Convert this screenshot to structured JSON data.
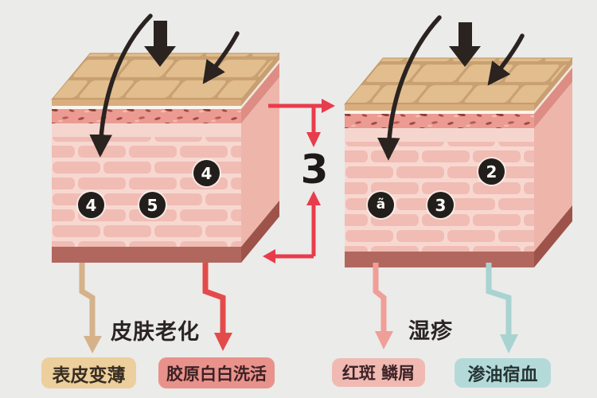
{
  "diagram": {
    "description": "skin cross-section comparison illustration",
    "connector": {
      "label": "3",
      "color": "#e83c4c"
    },
    "left_block": {
      "title": "皮肤老化",
      "badges": [
        "4",
        "4",
        "5"
      ],
      "callouts": [
        "表皮变薄",
        "胶原白白洗活"
      ]
    },
    "right_block": {
      "title": "湿疹",
      "badges": [
        "ã",
        "3",
        "2"
      ],
      "callouts": [
        "红斑 鳞屑",
        "渗油宿血"
      ]
    },
    "colors": {
      "background": "#ebebe9",
      "epidermis_tile_tan": "#e2bd8e",
      "junction_speckle_pink": "#eb9b91",
      "dermis_brick_pink": "#f0bcb3",
      "base_layer_dark": "#b2675e",
      "black_arrow": "#2a2320",
      "connector_red": "#e83c4c",
      "callout_tan": "#eccf9c",
      "callout_salmon": "#e8928b",
      "callout_pink": "#f0bab3",
      "callout_blue": "#b3dad8",
      "arrow_tan": "#d5b28a",
      "arrow_red": "#e34b4b",
      "arrow_pink": "#ef9f98",
      "arrow_blue": "#a9d3d1"
    }
  }
}
